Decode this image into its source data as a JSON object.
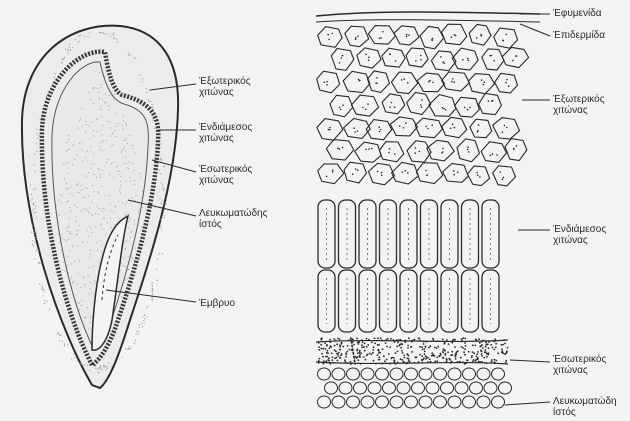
{
  "seed": {
    "labels": {
      "outer_coat": [
        "Έξωτερικός",
        "χιτώνας"
      ],
      "middle_coat": [
        "Ένδιάμεσος",
        "χιτώνας"
      ],
      "inner_coat": [
        "Έσωτερικός",
        "χιτώνας"
      ],
      "endosperm": [
        "Λευκωματώδης",
        "ίστός"
      ],
      "embryo": [
        "Έμβρυο"
      ]
    }
  },
  "section": {
    "labels": {
      "cuticle": [
        "Έφυμενίδα"
      ],
      "epidermis": [
        "Έπιδερμίδα"
      ],
      "outer_coat": [
        "Έξωτερικός",
        "χιτώνας"
      ],
      "middle_coat": [
        "Ένδιάμεσος",
        "χιτώνας"
      ],
      "inner_coat": [
        "Έσωτερικός",
        "χιτώνας"
      ],
      "endosperm": [
        "Λευκωματώδη",
        "ίστός"
      ]
    }
  },
  "colors": {
    "ink": "#2a2a2a",
    "paper": "#f3f3f1",
    "stipple": "#9a9a9a"
  }
}
